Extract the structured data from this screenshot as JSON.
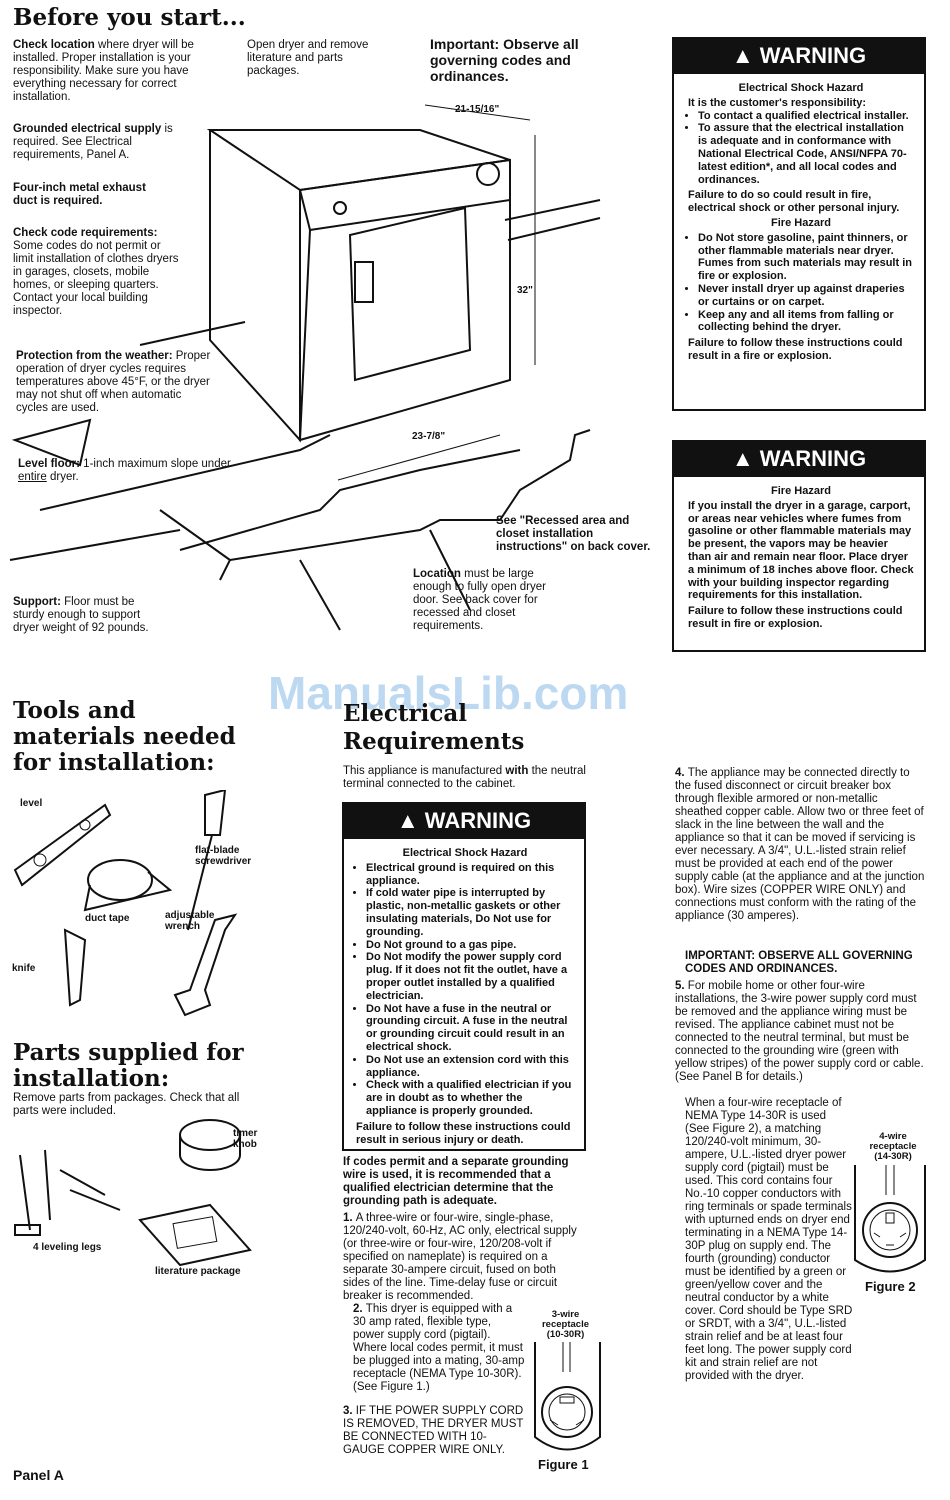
{
  "before_start": {
    "title": "Before you start...",
    "check_location_lead": "Check location",
    "check_location_text": " where dryer will be installed. Proper installation is your responsibility. Make sure you have everything necessary for correct installation.",
    "open_dryer": "Open dryer and remove literature and parts packages.",
    "important": "Important: Observe all governing codes and ordinances.",
    "grounded_lead": "Grounded electrical supply",
    "grounded_text": " is required. See Electrical requirements, Panel A.",
    "exhaust": "Four-inch metal exhaust duct is required.",
    "codes_lead": "Check code requirements:",
    "codes_text": " Some codes do not permit or limit installation of clothes dryers in garages, closets, mobile homes, or sleeping quarters. Contact your local building inspector.",
    "weather_lead": "Protection from the weather:",
    "weather_text": " Proper operation of dryer cycles requires temperatures above 45°F, or the dryer may not shut off when automatic cycles are used.",
    "level_lead": "Level floor:",
    "level_text": " 1-inch maximum slope under ",
    "level_entire": "entire",
    "level_end": " dryer.",
    "support_lead": "Support:",
    "support_text": " Floor must be sturdy enough to support dryer weight of 92 pounds.",
    "recessed": "See \"Recessed area and closet installation instructions\" on back cover.",
    "location_lead": "Location",
    "location_text": " must be large enough to fully open dryer door. See back cover for recessed and closet requirements.",
    "dim_width": "21-15/16\"",
    "dim_height": "32\"",
    "dim_depth": "23-7/8\""
  },
  "warning1": {
    "head": "WARNING",
    "sub1": "Electrical Shock Hazard",
    "intro": "It is the customer's responsibility:",
    "items": [
      "To contact a qualified electrical installer.",
      "To assure that the electrical installation is adequate and in conformance with National Electrical Code, ANSI/NFPA 70-latest edition*, and all local codes and ordinances."
    ],
    "fail1": "Failure to do so could result in fire, electrical shock or other personal injury.",
    "sub2": "Fire Hazard",
    "items2": [
      "Do Not store gasoline, paint thinners, or other flammable materials near dryer. Fumes from such materials may result in fire or explosion.",
      "Never install dryer up against draperies or curtains or on carpet.",
      "Keep any and all items from falling or collecting behind the dryer."
    ],
    "fail2": "Failure to follow these instructions could result in a fire or explosion."
  },
  "warning2": {
    "head": "WARNING",
    "sub": "Fire Hazard",
    "text": "If you install the dryer in a garage, carport, or areas near vehicles where fumes from gasoline or other flammable materials may be present, the vapors may be heavier than air and remain near floor. Place dryer a minimum of 18 inches above floor. Check with your building inspector regarding requirements for this installation.",
    "fail": "Failure to follow these instructions could result in fire or explosion."
  },
  "watermark": "ManualsLib.com",
  "tools": {
    "title": "Tools and materials needed for installation:",
    "level": "level",
    "screwdriver": "flat-blade screwdriver",
    "duct_tape": "duct tape",
    "wrench": "adjustable wrench",
    "knife": "knife"
  },
  "parts": {
    "title": "Parts supplied for installation:",
    "text": "Remove parts from packages. Check that all parts were included.",
    "timer_knob": "timer knob",
    "legs": "4 leveling legs",
    "literature": "literature package"
  },
  "electrical": {
    "title": "Electrical Requirements",
    "intro_a": "This appliance is manufactured ",
    "intro_b": "with",
    "intro_c": " the neutral terminal connected to the cabinet.",
    "warning": {
      "head": "WARNING",
      "sub": "Electrical Shock Hazard",
      "items": [
        "Electrical ground is required on this appliance.",
        "If cold water pipe is interrupted by plastic, non-metallic gaskets or other insulating materials, Do Not use for grounding.",
        "Do Not ground to a gas pipe.",
        "Do Not modify the power supply cord plug. If it does not fit the outlet, have a proper outlet installed by a qualified electrician.",
        "Do Not have a fuse in the neutral or grounding circuit. A fuse in the neutral or grounding circuit could result in an electrical shock.",
        "Do Not use an extension cord with this appliance.",
        "Check with a qualified electrician if you are in doubt as to whether the appliance is properly grounded."
      ],
      "fail": "Failure to follow these instructions could result in serious injury or death."
    },
    "ground_note": "If codes permit and a separate grounding wire is used, it is recommended that a qualified electrician determine that the grounding path is adequate.",
    "step1": "A three-wire or four-wire, single-phase, 120/240-volt, 60-Hz, AC only, electrical supply (or three-wire or four-wire, 120/208-volt if specified on nameplate) is required on a separate 30-ampere circuit, fused on both sides of the line. Time-delay fuse or circuit breaker is recommended.",
    "step2": "This dryer is equipped with a 30 amp rated, flexible type, power supply cord (pigtail). Where local codes permit, it must be plugged into a mating, 30-amp receptacle (NEMA Type 10-30R). (See Figure 1.)",
    "step3": "IF THE POWER SUPPLY CORD IS REMOVED, THE DRYER MUST BE CONNECTED WITH 10-GAUGE COPPER WIRE ONLY.",
    "fig1_label": "3-wire receptacle (10-30R)",
    "fig1_caption": "Figure 1",
    "step4": "The appliance may be connected directly to the fused disconnect or circuit breaker box through flexible armored or non-metallic sheathed copper cable. Allow two or three feet of slack in the line between the wall and the appliance so that it can be moved if servicing is ever necessary. A 3/4\", U.L.-listed strain relief must be provided at each end of the power supply cable (at the appliance and at the junction box). Wire sizes (COPPER WIRE ONLY) and connections must conform with the rating of the appliance (30 amperes).",
    "important": "IMPORTANT: OBSERVE ALL GOVERNING CODES AND ORDINANCES.",
    "step5": "For mobile home or other four-wire installations, the 3-wire power supply cord must be removed and the appliance wiring must be revised. The appliance cabinet must not be connected to the neutral terminal, but must be connected to the grounding wire (green with yellow stripes) of the power supply cord or cable. (See Panel B for details.)",
    "step5b": "When a four-wire receptacle of NEMA Type 14-30R is used (See Figure 2), a matching 120/240-volt minimum, 30-ampere, U.L.-listed dryer power supply cord (pigtail) must be used. This cord contains four No.-10 copper conductors with ring terminals or spade terminals with upturned ends on dryer end terminating in a NEMA Type 14-30P plug on supply end. The fourth (grounding) conductor must be identified by a green or green/yellow cover and the neutral conductor by a white cover. Cord should be Type SRD or SRDT, with a 3/4\", U.L.-listed strain relief and be at least four feet long. The power supply cord kit and strain relief are not provided with the dryer.",
    "fig2_label": "4-wire receptacle (14-30R)",
    "fig2_caption": "Figure 2"
  },
  "panel": "Panel A"
}
